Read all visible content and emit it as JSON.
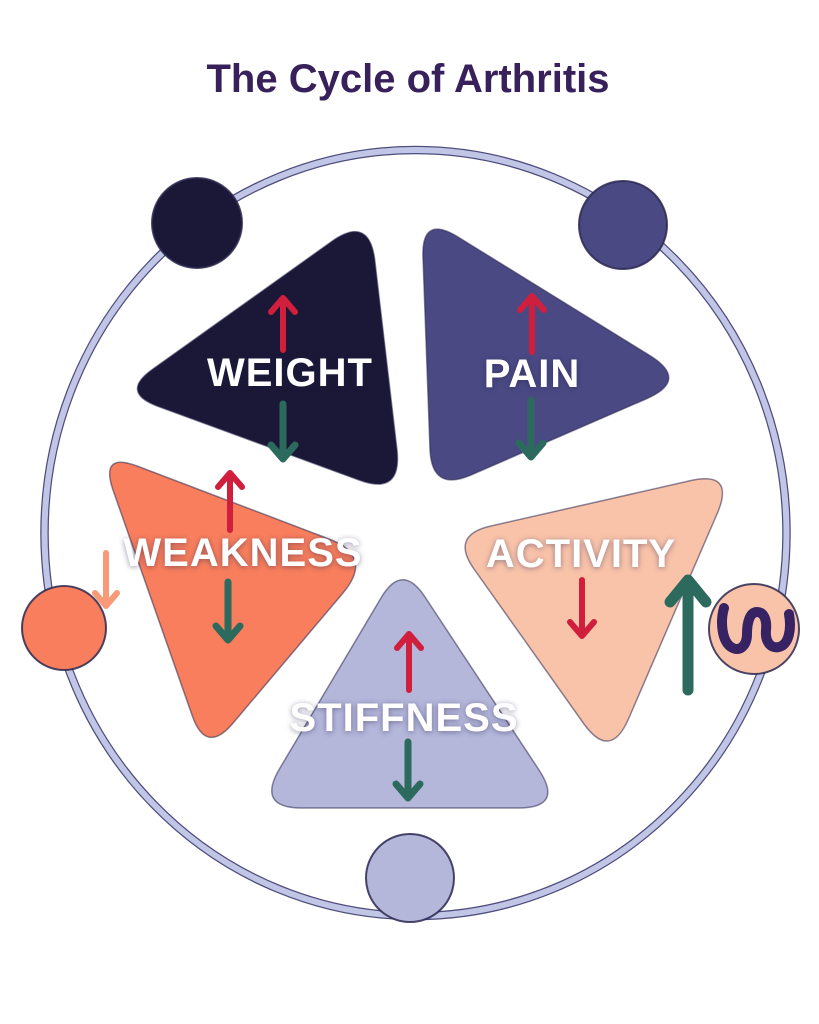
{
  "title": "The Cycle of Arthritis",
  "diagram": {
    "type": "cycle-infographic",
    "description_visible_elements": "five rounded triangle petals inside a ring with five dots on the ring",
    "petals": [
      {
        "label": "WEIGHT",
        "fill": "#1a1836",
        "position": "top-left",
        "arrows": [
          "red-up-arrow",
          "teal-down-arrow"
        ]
      },
      {
        "label": "PAIN",
        "fill": "#4a4983",
        "position": "top-right",
        "arrows": [
          "red-up-arrow",
          "teal-down-arrow"
        ]
      },
      {
        "label": "WEAKNESS",
        "fill": "#f87e5d",
        "position": "left",
        "arrows": [
          "red-up-arrow",
          "teal-down-arrow"
        ]
      },
      {
        "label": "ACTIVITY",
        "fill": "#f9c3a9",
        "position": "right",
        "arrows": [
          "red-down-arrow",
          "teal-up-arrow"
        ]
      },
      {
        "label": "STIFFNESS",
        "fill": "#b4b6da",
        "position": "bottom",
        "arrows": [
          "red-up-arrow",
          "teal-down-arrow"
        ]
      }
    ],
    "ring_nodes": [
      {
        "icon": "navy-dot",
        "fill": "#1a1836",
        "position": "top-left"
      },
      {
        "icon": "indigo-dot",
        "fill": "#4a4983",
        "position": "top-right"
      },
      {
        "icon": "salmon-dot",
        "fill": "#f87e5d",
        "position": "left"
      },
      {
        "icon": "peach-dot",
        "fill": "#f9c3a9",
        "position": "right",
        "inner_icon": "w-squiggle-logo"
      },
      {
        "icon": "lavender-dot",
        "fill": "#b4b6da",
        "position": "bottom"
      }
    ],
    "floating_icons": [
      {
        "icon": "salmon-down-arrow",
        "position": "outside-weakness-left"
      }
    ]
  },
  "colors": {
    "background": "#ffffff",
    "title": "#38215a",
    "ring_band": "#c2c6e6",
    "ring_edge": "#3b3a6e",
    "label_text": "#ffffff",
    "red_arrow": "#d01f3d",
    "teal_arrow": "#2d6a5e",
    "salmon_arrow": "#f89a78",
    "logo": "#372364"
  }
}
